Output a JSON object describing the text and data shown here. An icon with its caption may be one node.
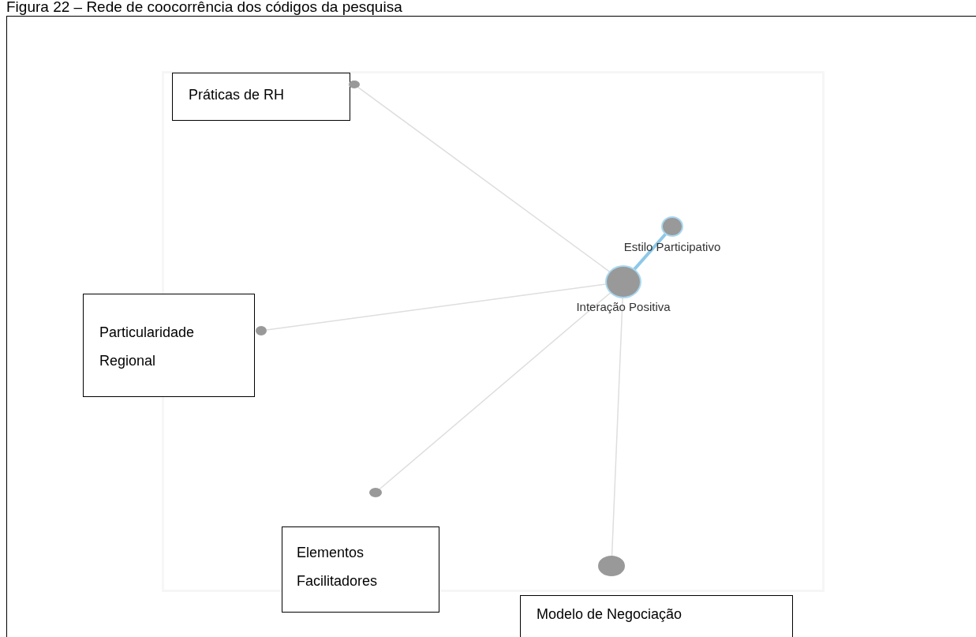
{
  "diagram": {
    "title": "Figura 22 – Rede de coocorrência dos códigos da pesquisa",
    "nodes": [
      {
        "text": [
          "Práticas de RH"
        ]
      },
      {
        "text": [],
        "shape": "circle"
      },
      {
        "text": [
          "Estilo Participativo"
        ]
      },
      {
        "text": [
          "Interação Positiva"
        ]
      },
      {
        "text": [
          "Particularidade Regional"
        ]
      },
      {
        "text": [],
        "shape": "circle"
      },
      {
        "text": [],
        "shape": "circle"
      },
      {
        "text": [
          "Elementos Facilitadores"
        ]
      },
      {
        "text": [],
        "shape": "circle"
      },
      {
        "text": [
          "Modelo de Negociação"
        ]
      }
    ],
    "edges": [
      {
        "from": 1,
        "to": 3,
        "arrow": "none"
      },
      {
        "from": 2,
        "to": 3,
        "arrow": "none",
        "style": "thick",
        "color": "#8cc8e8"
      },
      {
        "from": 5,
        "to": 3,
        "arrow": "none"
      },
      {
        "from": 6,
        "to": 3,
        "arrow": "none"
      },
      {
        "from": 8,
        "to": 3,
        "arrow": "none"
      }
    ]
  }
}
